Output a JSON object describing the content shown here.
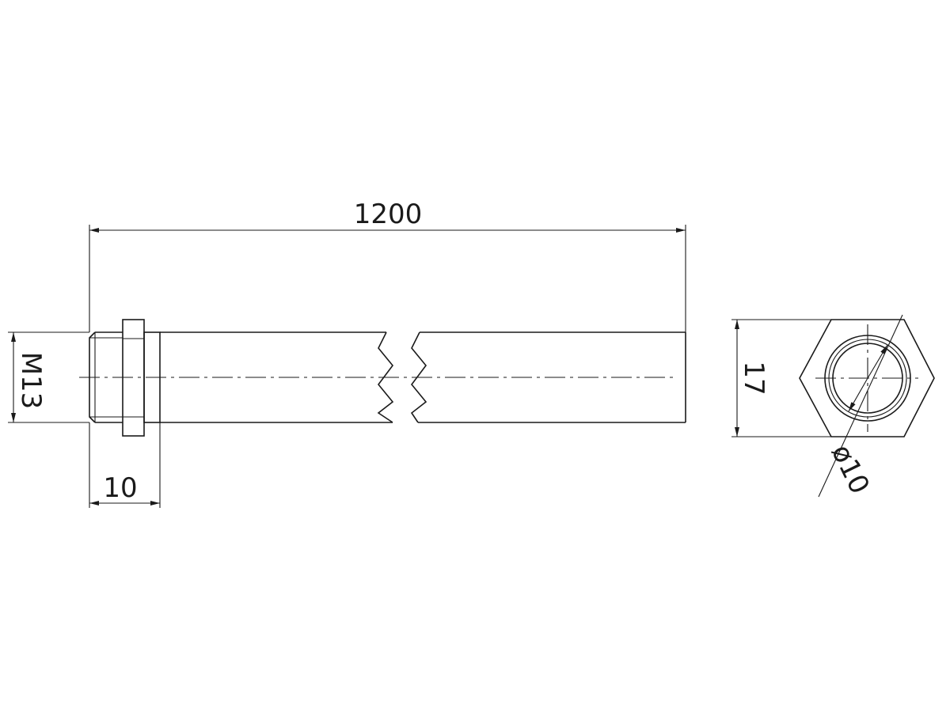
{
  "drawing": {
    "dimensions": {
      "overall_length": "1200",
      "thread": "M13",
      "thread_length": "10",
      "hex_across_flats": "17",
      "bore_diameter": "ø10"
    }
  }
}
